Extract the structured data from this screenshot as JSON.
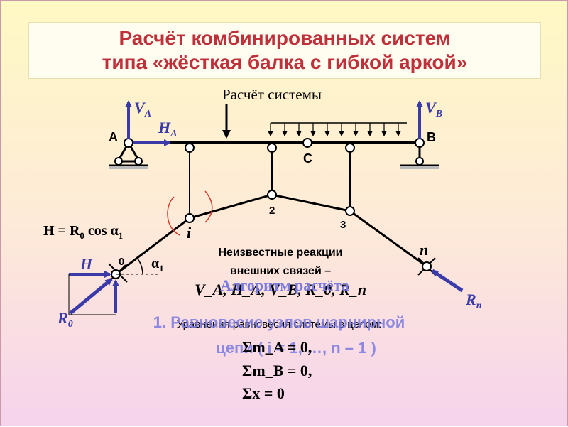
{
  "title": {
    "line1": "Расчёт комбинированных систем",
    "line2": "типа «жёсткая балка с гибкой аркой»"
  },
  "diagram": {
    "load_label": "Расчёт системы",
    "support_a": "A",
    "support_b": "B",
    "node_c": "C",
    "va": "V",
    "va_sub": "A",
    "ha": "H",
    "ha_sub": "A",
    "vb": "V",
    "vb_sub": "B",
    "node_i": "i",
    "node_0": "0",
    "node_2": "2",
    "node_3": "3",
    "node_n": "n",
    "alpha": "α",
    "alpha_sub": "1",
    "h_label": "H",
    "r0_label": "R",
    "r0_sub": "0",
    "rn_label": "R",
    "rn_sub": "n",
    "formula_h": "H = R",
    "formula_h_sub": "0",
    "formula_h_tail": " cos α",
    "formula_h_sub2": "1"
  },
  "text": {
    "unknowns_line1": "Неизвестные реакции",
    "unknowns_line2": "внешних связей –",
    "unknowns_list": "V_A, H_A, V_B, R_0, R_n",
    "algorithm": "Алгоритм расчёта",
    "equilibrium_eq": "Уравнения равновесия системы в целом:",
    "step1_line1": "1. Равновесие узлов шарнирной",
    "step1_line2": "цепи ( i = 1, …, n – 1 )",
    "eq1": "Σm_A = 0,",
    "eq2": "Σm_B = 0,",
    "eq3": "Σx = 0"
  },
  "colors": {
    "title": "#c0303a",
    "arrow": "#3a3aa8",
    "structure": "#000000",
    "annotation": "#d83a2a",
    "overlay": "#7b7be0"
  }
}
